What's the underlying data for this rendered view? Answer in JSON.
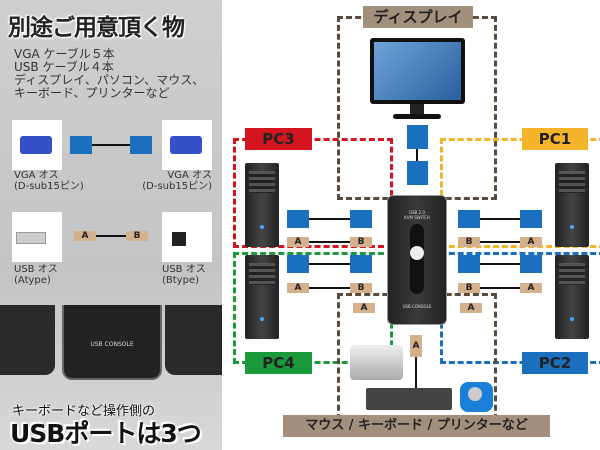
{
  "left_panel": {
    "title": "別途ご用意頂く物",
    "requirements": "VGA ケーブル５本\nUSB ケーブル４本\nディスプレイ、パソコン、マウス、\nキーボード、プリンターなど",
    "vga_left_caption": "VGA オス\n(D-sub15ピン)",
    "vga_right_caption": "VGA オス\n(D-sub15ピン)",
    "usb_left_caption": "USB オス\n(Atype)",
    "usb_right_caption": "USB オス\n(Btype)",
    "plug_a": "A",
    "plug_b": "B",
    "device_console_label": "USB CONSOLE",
    "bottom_line1": "キーボードなど操作側の",
    "bottom_line2": "USBポートは3つ"
  },
  "diagram": {
    "display_label": "ディスプレイ",
    "pc1": "PC1",
    "pc2": "PC2",
    "pc3": "PC3",
    "pc4": "PC4",
    "peripherals_label": "マウス / キーボード / プリンターなど",
    "switch_label": "USB 2.0\nKVM SWITCH",
    "switch_console": "USB CONSOLE",
    "plug_a": "A",
    "plug_b": "B",
    "colors": {
      "pc1": "#f4b42a",
      "pc2": "#1a6fbf",
      "pc3": "#d4141e",
      "pc4": "#1a9a3a",
      "display": "#5a4a3c",
      "label_bg": "#a3907c",
      "vga": "#1a6fbf",
      "usb": "#d4b08c"
    }
  }
}
